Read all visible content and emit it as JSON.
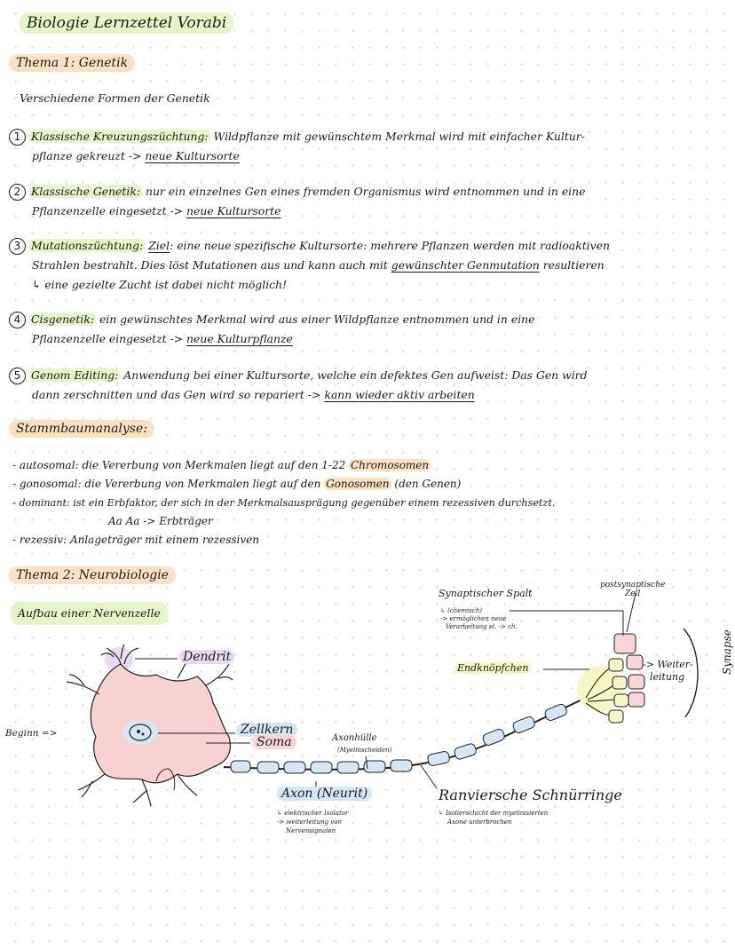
{
  "title": "Biologie Lernzettel Vorabi",
  "topic1": {
    "heading": "Thema 1: Genetik",
    "subheading": "Verschiedene Formen der Genetik",
    "items": [
      {
        "num": "1",
        "term": "Klassische Kreuzungszüchtung:",
        "line1": "Wildpflanze mit gewünschtem Merkmal wird mit einfacher Kultur-",
        "line2_plain": "pflanze gekreuzt ->",
        "line2_under": "neue Kultursorte"
      },
      {
        "num": "2",
        "term": "Klassische Genetik:",
        "line1": "nur ein einzelnes Gen eines fremden Organismus wird entnommen und in eine",
        "line2_plain": "Pflanzenzelle eingesetzt ->",
        "line2_under": "neue Kultursorte"
      },
      {
        "num": "3",
        "term": "Mutationszüchtung:",
        "ziel": "Ziel",
        "line1": ": eine neue spezifische Kultursorte: mehrere Pflanzen werden mit radioaktiven",
        "line2_plain": "Strahlen bestrahlt. Dies löst Mutationen aus und kann auch mit",
        "line2_under": "gewünschter Genmutation",
        "line2_end": "resultieren",
        "line3": "↳ eine gezielte Zucht ist dabei nicht möglich!"
      },
      {
        "num": "4",
        "term": "Cisgenetik:",
        "line1": "ein gewünschtes Merkmal wird aus einer Wildpflanze entnommen und in eine",
        "line2_plain": "Pflanzenzelle eingesetzt ->",
        "line2_under": "neue Kulturpflanze"
      },
      {
        "num": "5",
        "term": "Genom Editing:",
        "line1": "Anwendung bei einer Kultursorte, welche ein defektes Gen aufweist: Das Gen wird",
        "line2_plain": "dann zerschnitten und das Gen wird so repariert ->",
        "line2_under": "kann wieder aktiv arbeiten"
      }
    ]
  },
  "stammbaum": {
    "heading": "Stammbaumanalyse:",
    "l1_term": "- autosomal:",
    "l1_text": "die Vererbung von Merkmalen liegt auf den 1-22",
    "l1_mark": "Chromosomen",
    "l2_term": "- gonosomal:",
    "l2_text": "die Vererbung von Merkmalen liegt auf den",
    "l2_mark": "Gonosomen",
    "l2_end": "(den Genen)",
    "l3_term": "- dominant:",
    "l3_text": "ist ein Erbfaktor, der sich in der Merkmalsausprägung gegenüber einem rezessiven durchsetzt.",
    "l4_text": "Aa   Aa   -> Erbträger",
    "l5_term": "- rezessiv:",
    "l5_text": "Anlageträger mit einem rezessiven"
  },
  "topic2": {
    "heading": "Thema 2: Neurobiologie",
    "subheading": "Aufbau einer Nervenzelle"
  },
  "diagram": {
    "dendrit": "Dendrit",
    "zellkern": "Zellkern",
    "soma": "Soma",
    "beginn": "Beginn =>",
    "axonhuelle": "Axonhülle",
    "axonhuelle_note": "(Myelinscheiden)",
    "axon": "Axon (Neurit)",
    "axon_note1": "↳ elektrischer Isolator",
    "axon_note2": "-> weiterleitung von",
    "axon_note3": "Nervensignalen",
    "ranvier": "Ranviersche Schnürringe",
    "ranvier_note1": "↳ Isolierschicht der myelinisierten",
    "ranvier_note2": "Axone unterbrochen",
    "spalt": "Synaptischer Spalt",
    "spalt_note1": "↳ (chemisch)",
    "spalt_note2": "-> ermöglichen neue",
    "spalt_note3": "Verarbeitung el. -> ch.",
    "post1": "postsynaptische",
    "post2": "Zell",
    "endknoepfchen": "Endknöpfchen",
    "weiter1": "-> Weiter-",
    "weiter2": "leitung",
    "synapse": "Synapse"
  }
}
